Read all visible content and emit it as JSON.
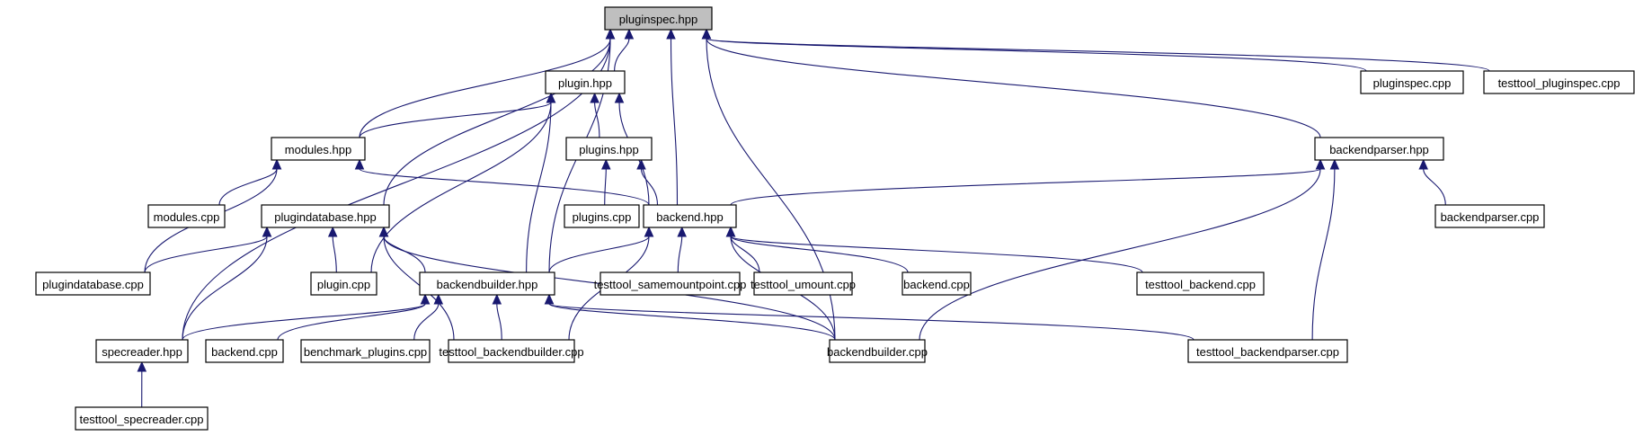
{
  "diagram": {
    "title": "pluginspec.hpp include dependency graph",
    "colors": {
      "edge": "#191970",
      "root_fill": "#bfbfbf",
      "node_fill": "#ffffff",
      "node_border": "#000000"
    },
    "nodes": [
      {
        "id": "pluginspec_hpp",
        "label": "pluginspec.hpp",
        "root": true
      },
      {
        "id": "plugin_hpp",
        "label": "plugin.hpp"
      },
      {
        "id": "pluginspec_cpp",
        "label": "pluginspec.cpp"
      },
      {
        "id": "testtool_pluginspec_cpp",
        "label": "testtool_pluginspec.cpp"
      },
      {
        "id": "modules_hpp",
        "label": "modules.hpp"
      },
      {
        "id": "plugins_hpp",
        "label": "plugins.hpp"
      },
      {
        "id": "backendparser_hpp",
        "label": "backendparser.hpp"
      },
      {
        "id": "modules_cpp",
        "label": "modules.cpp"
      },
      {
        "id": "plugindatabase_hpp",
        "label": "plugindatabase.hpp"
      },
      {
        "id": "plugins_cpp",
        "label": "plugins.cpp"
      },
      {
        "id": "backend_hpp",
        "label": "backend.hpp"
      },
      {
        "id": "backendparser_cpp",
        "label": "backendparser.cpp"
      },
      {
        "id": "plugindatabase_cpp",
        "label": "plugindatabase.cpp"
      },
      {
        "id": "plugin_cpp",
        "label": "plugin.cpp"
      },
      {
        "id": "backendbuilder_hpp",
        "label": "backendbuilder.hpp"
      },
      {
        "id": "testtool_samemountpoint_cpp",
        "label": "testtool_samemountpoint.cpp"
      },
      {
        "id": "testtool_umount_cpp",
        "label": "testtool_umount.cpp"
      },
      {
        "id": "backend_cpp_1",
        "label": "backend.cpp"
      },
      {
        "id": "testtool_backend_cpp",
        "label": "testtool_backend.cpp"
      },
      {
        "id": "specreader_hpp",
        "label": "specreader.hpp"
      },
      {
        "id": "backend_cpp_2",
        "label": "backend.cpp"
      },
      {
        "id": "benchmark_plugins_cpp",
        "label": "benchmark_plugins.cpp"
      },
      {
        "id": "testtool_backendbuilder_cpp",
        "label": "testtool_backendbuilder.cpp"
      },
      {
        "id": "backendbuilder_cpp",
        "label": "backendbuilder.cpp"
      },
      {
        "id": "testtool_backendparser_cpp",
        "label": "testtool_backendparser.cpp"
      },
      {
        "id": "testtool_specreader_cpp",
        "label": "testtool_specreader.cpp"
      }
    ],
    "edges": [
      {
        "from": "plugin_hpp",
        "to": "pluginspec_hpp"
      },
      {
        "from": "pluginspec_cpp",
        "to": "pluginspec_hpp"
      },
      {
        "from": "testtool_pluginspec_cpp",
        "to": "pluginspec_hpp"
      },
      {
        "from": "modules_hpp",
        "to": "pluginspec_hpp"
      },
      {
        "from": "backendparser_hpp",
        "to": "pluginspec_hpp"
      },
      {
        "from": "plugindatabase_hpp",
        "to": "pluginspec_hpp"
      },
      {
        "from": "backend_hpp",
        "to": "pluginspec_hpp"
      },
      {
        "from": "backendbuilder_hpp",
        "to": "pluginspec_hpp"
      },
      {
        "from": "specreader_hpp",
        "to": "pluginspec_hpp"
      },
      {
        "from": "backendbuilder_cpp",
        "to": "pluginspec_hpp"
      },
      {
        "from": "modules_hpp",
        "to": "plugin_hpp"
      },
      {
        "from": "plugins_hpp",
        "to": "plugin_hpp"
      },
      {
        "from": "backend_hpp",
        "to": "plugin_hpp"
      },
      {
        "from": "plugin_cpp",
        "to": "plugin_hpp"
      },
      {
        "from": "backendbuilder_hpp",
        "to": "plugin_hpp"
      },
      {
        "from": "modules_cpp",
        "to": "modules_hpp"
      },
      {
        "from": "plugindatabase_cpp",
        "to": "modules_hpp"
      },
      {
        "from": "backend_hpp",
        "to": "modules_hpp"
      },
      {
        "from": "plugins_cpp",
        "to": "plugins_hpp"
      },
      {
        "from": "backend_hpp",
        "to": "plugins_hpp"
      },
      {
        "from": "backend_hpp",
        "to": "backendparser_hpp"
      },
      {
        "from": "backendparser_cpp",
        "to": "backendparser_hpp"
      },
      {
        "from": "backendbuilder_cpp",
        "to": "backendparser_hpp"
      },
      {
        "from": "testtool_backendparser_cpp",
        "to": "backendparser_hpp"
      },
      {
        "from": "plugindatabase_cpp",
        "to": "plugindatabase_hpp"
      },
      {
        "from": "specreader_hpp",
        "to": "plugindatabase_hpp"
      },
      {
        "from": "testtool_backendbuilder_cpp",
        "to": "plugindatabase_hpp"
      },
      {
        "from": "backendbuilder_cpp",
        "to": "plugindatabase_hpp"
      },
      {
        "from": "plugin_cpp",
        "to": "plugindatabase_hpp"
      },
      {
        "from": "backendbuilder_hpp",
        "to": "plugindatabase_hpp"
      },
      {
        "from": "backendbuilder_hpp",
        "to": "backend_hpp"
      },
      {
        "from": "testtool_backendbuilder_cpp",
        "to": "backend_hpp"
      },
      {
        "from": "testtool_samemountpoint_cpp",
        "to": "backend_hpp"
      },
      {
        "from": "testtool_umount_cpp",
        "to": "backend_hpp"
      },
      {
        "from": "backend_cpp_1",
        "to": "backend_hpp"
      },
      {
        "from": "testtool_backend_cpp",
        "to": "backend_hpp"
      },
      {
        "from": "backendbuilder_cpp",
        "to": "backend_hpp"
      },
      {
        "from": "specreader_hpp",
        "to": "backendbuilder_hpp"
      },
      {
        "from": "backend_cpp_2",
        "to": "backendbuilder_hpp"
      },
      {
        "from": "benchmark_plugins_cpp",
        "to": "backendbuilder_hpp"
      },
      {
        "from": "testtool_backendbuilder_cpp",
        "to": "backendbuilder_hpp"
      },
      {
        "from": "backendbuilder_cpp",
        "to": "backendbuilder_hpp"
      },
      {
        "from": "testtool_backendparser_cpp",
        "to": "backendbuilder_hpp"
      },
      {
        "from": "testtool_specreader_cpp",
        "to": "specreader_hpp"
      }
    ]
  }
}
